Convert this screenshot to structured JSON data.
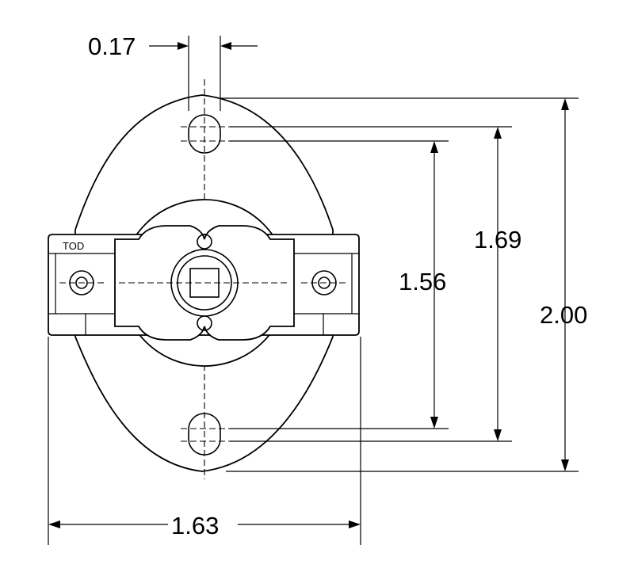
{
  "part_label": "TOD",
  "dimensions": {
    "slot_width": "0.17",
    "slot_center_spacing": "1.56",
    "slot_outer_spacing": "1.69",
    "overall_height": "2.00",
    "overall_width": "1.63"
  }
}
